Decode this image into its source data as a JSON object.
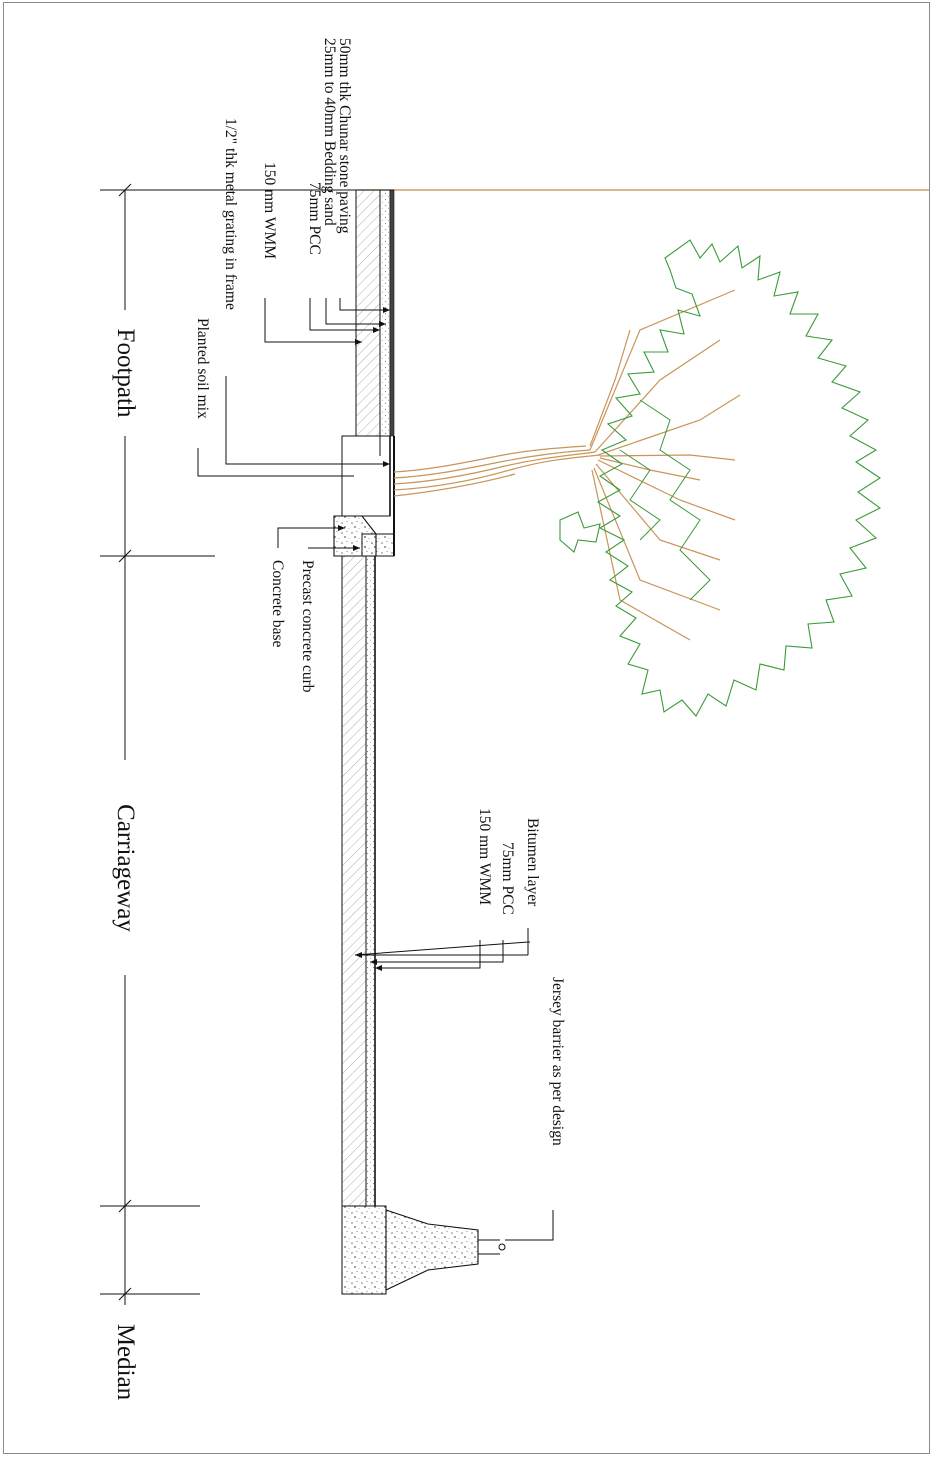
{
  "sections": {
    "footpath": "Footpath",
    "carriageway": "Carriageway",
    "median": "Median"
  },
  "footpath_layers": {
    "paving": "50mm thk Chunar stone paving",
    "bedding": "25mm to 40mm Bedding sand",
    "pcc": "75mm PCC",
    "wmm": "150 mm WMM",
    "grating": "1/2\" thk metal grating in frame",
    "soil": "Planted soil mix"
  },
  "curb_labels": {
    "curb": "Precast concrete  curb",
    "base": "Concrete base"
  },
  "carriageway_layers": {
    "bitumen": "Bitumen layer",
    "pcc": "75mm PCC",
    "wmm": "150 mm WMM"
  },
  "barrier_label": "Jersey barrier  as per design",
  "colors": {
    "foliage": "#3a9a3a",
    "branches": "#c8955a",
    "ground_line": "#c98a4a",
    "linework": "#111111"
  }
}
